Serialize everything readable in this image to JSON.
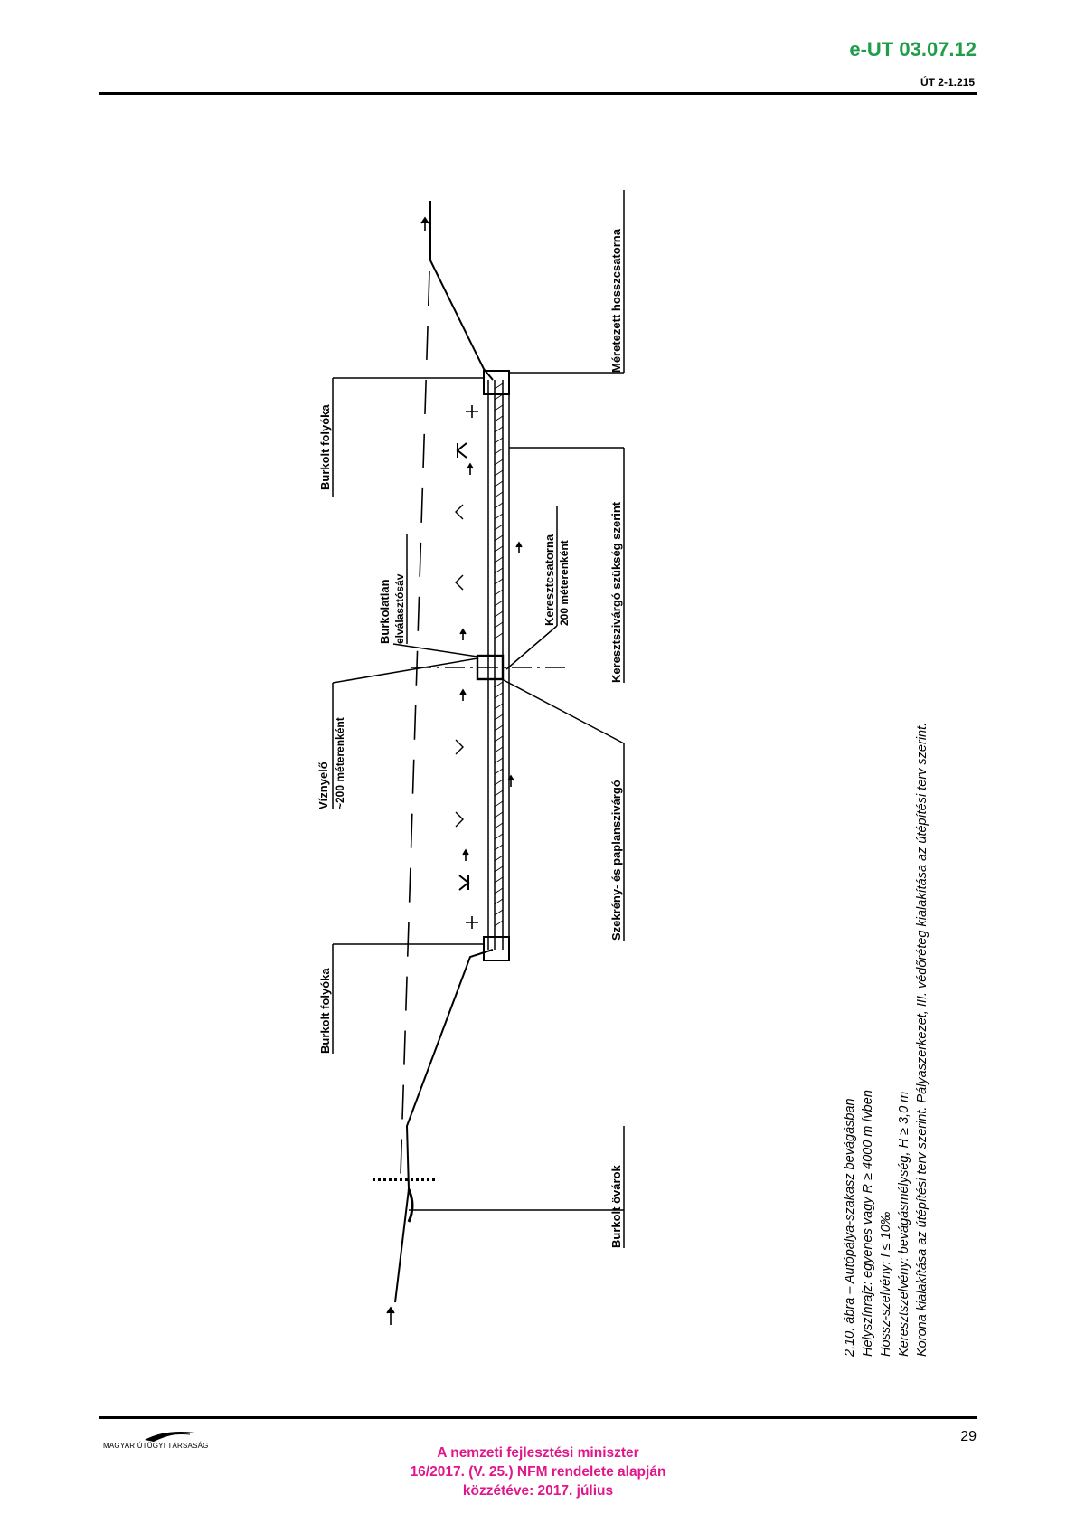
{
  "header": {
    "document_code": "e-UT 03.07.12",
    "standard_code": "ÚT 2-1.215"
  },
  "figure": {
    "labels": {
      "paved_ditch": "Burkolt folyóka",
      "paved_ditch_2": "Burkolt folyóka",
      "water_inlet_1": "Víznyelő",
      "water_inlet_2": "~200 méterenként",
      "unpaved_median_1": "Burkolatlan",
      "unpaved_median_2": "elválasztósáv",
      "cross_sewer_1": "Keresztcsatorna",
      "cross_sewer_2": "200 méterenként",
      "dimensioned_sewer": "Méretezett hosszcsatorna",
      "cross_drain": "Keresztszivárgó szükség szerint",
      "box_drain": "Szekrény- és paplanszivárgó",
      "paved_trench": "Burkolt övárok"
    },
    "caption": [
      "2.10. ábra – Autópálya-szakasz bevágásban",
      "Helyszínrajz: egyenes vagy R ≥ 4000 m ívben",
      "Hossz-szelvény: I ≤ 10‰",
      "Keresztszelvény: bevágásmélység, H ≥ 3,0 m",
      "Korona kialakítása az útépítési terv szerint. Pályaszerkezet, III. védőréteg kialakítása az útépítési terv szerint."
    ]
  },
  "footer": {
    "logo_text": "MAGYAR ÚTÜGYI TÁRSASÁG",
    "page_number": "29",
    "publisher": [
      "A nemzeti fejlesztési miniszter",
      "16/2017. (V. 25.) NFM rendelete alapján",
      "közzétéve: 2017. július"
    ]
  }
}
